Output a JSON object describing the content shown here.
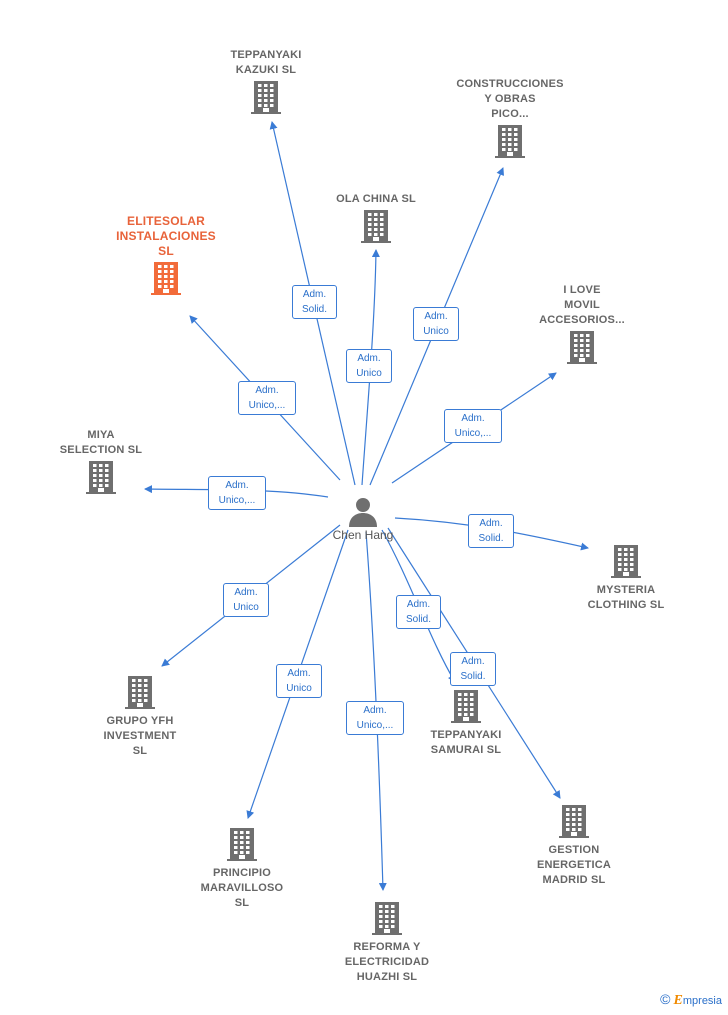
{
  "center": {
    "name": "Chen Hang"
  },
  "companies": [
    {
      "id": "teppanyaki-kazuki",
      "label": "TEPPANYAKI\nKAZUKI  SL",
      "highlight": false
    },
    {
      "id": "construcciones",
      "label": "CONSTRUCCIONES\nY OBRAS\nPICO...",
      "highlight": false
    },
    {
      "id": "ola-china",
      "label": "OLA CHINA SL",
      "highlight": false
    },
    {
      "id": "elitesolar",
      "label": "ELITESOLAR\nINSTALACIONES\nSL",
      "highlight": true
    },
    {
      "id": "i-love-movil",
      "label": "I LOVE\nMOVIL\nACCESORIOS...",
      "highlight": false
    },
    {
      "id": "miya-selection",
      "label": "MIYA\nSELECTION  SL",
      "highlight": false
    },
    {
      "id": "mysteria",
      "label": "MYSTERIA\nCLOTHING  SL",
      "highlight": false
    },
    {
      "id": "grupo-yfh",
      "label": "GRUPO YFH\nINVESTMENT\nSL",
      "highlight": false
    },
    {
      "id": "teppanyaki-samurai",
      "label": "TEPPANYAKI\nSAMURAI SL",
      "highlight": false
    },
    {
      "id": "principio",
      "label": "PRINCIPIO\nMARAVILLOSO\nSL",
      "highlight": false
    },
    {
      "id": "gestion",
      "label": "GESTION\nENERGETICA\nMADRID  SL",
      "highlight": false
    },
    {
      "id": "reforma",
      "label": "REFORMA Y\nELECTRICIDAD\nHUAZHI  SL",
      "highlight": false
    }
  ],
  "roles": [
    {
      "id": "r-kazuki",
      "text": "Adm.\nSolid."
    },
    {
      "id": "r-olachina",
      "text": "Adm.\nUnico"
    },
    {
      "id": "r-construcciones",
      "text": "Adm.\nUnico"
    },
    {
      "id": "r-elitesolar",
      "text": "Adm.\nUnico,..."
    },
    {
      "id": "r-ilove",
      "text": "Adm.\nUnico,..."
    },
    {
      "id": "r-miya",
      "text": "Adm.\nUnico,..."
    },
    {
      "id": "r-mysteria",
      "text": "Adm.\nSolid."
    },
    {
      "id": "r-grupo",
      "text": "Adm.\nUnico"
    },
    {
      "id": "r-samurai",
      "text": "Adm.\nSolid."
    },
    {
      "id": "r-gestion",
      "text": "Adm.\nSolid."
    },
    {
      "id": "r-principio",
      "text": "Adm.\nUnico"
    },
    {
      "id": "r-reforma",
      "text": "Adm.\nUnico,..."
    }
  ],
  "colors": {
    "edge": "#3a7bd5",
    "building": "#6f6f6f",
    "highlight": "#f26b3a"
  },
  "brand": {
    "copyright": "©",
    "name": "mpresia",
    "initial": "E"
  }
}
